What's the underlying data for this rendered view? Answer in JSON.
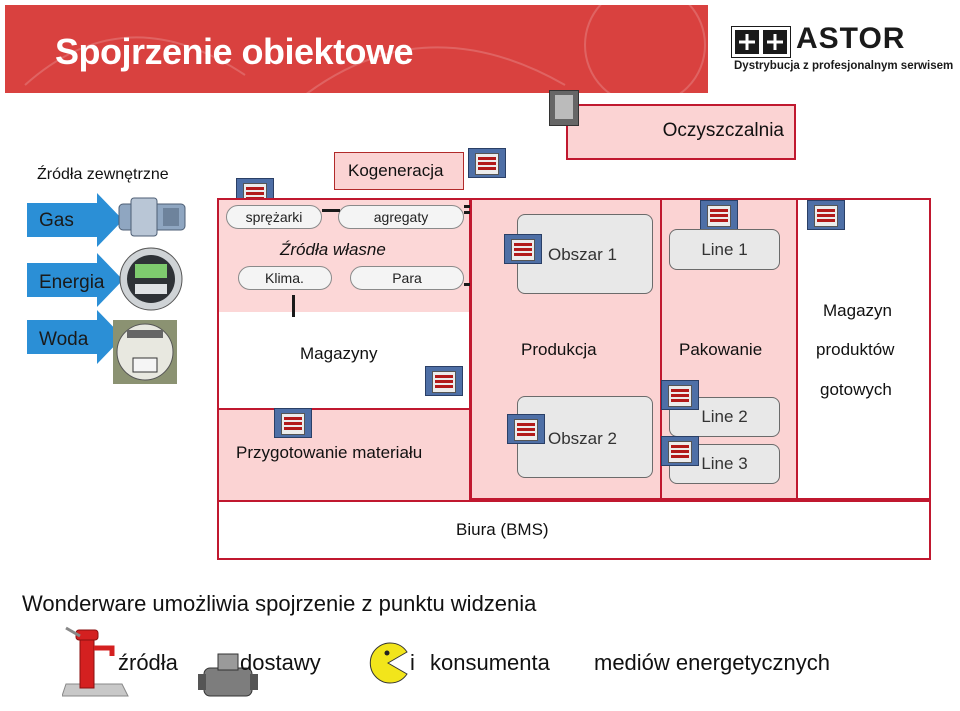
{
  "header": {
    "title": "Spojrzenie obiektowe",
    "logo_name": "ASTOR",
    "logo_tagline": "Dystrybucja z profesjonalnym serwisem"
  },
  "external": {
    "heading": "Źródła zewnętrzne",
    "sources": [
      "Gas",
      "Energia",
      "Woda"
    ]
  },
  "kogeneracja": {
    "label": "Kogeneracja",
    "sprezarki": "sprężarki",
    "agregaty": "agregaty",
    "own_sources": "Źródła własne",
    "klima": "Klima.",
    "para": "Para"
  },
  "areas": {
    "oczyszczalnia": "Oczyszczalnia",
    "magazyny": "Magazyny",
    "przygotowanie": "Przygotowanie materiału",
    "produkcja": "Produkcja",
    "obszar1": "Obszar 1",
    "obszar2": "Obszar 2",
    "pakowanie": "Pakowanie",
    "line1": "Line 1",
    "line2": "Line 2",
    "line3": "Line 3",
    "magazyn_line1": "Magazyn",
    "magazyn_line2": "produktów",
    "magazyn_line3": "gotowych",
    "biura": "Biura (BMS)"
  },
  "footer": {
    "headline": "Wonderware umożliwia spojrzenie z punktu widzenia",
    "w1": "źródła",
    "w2": "dostawy",
    "w3": "i",
    "w4": "konsumenta",
    "w5": "mediów energetycznych"
  },
  "colors": {
    "header_red": "#d9413f",
    "area_fill": "#fbd3d3",
    "area_border": "#c0182f",
    "arrow_blue": "#2b8fd6"
  }
}
